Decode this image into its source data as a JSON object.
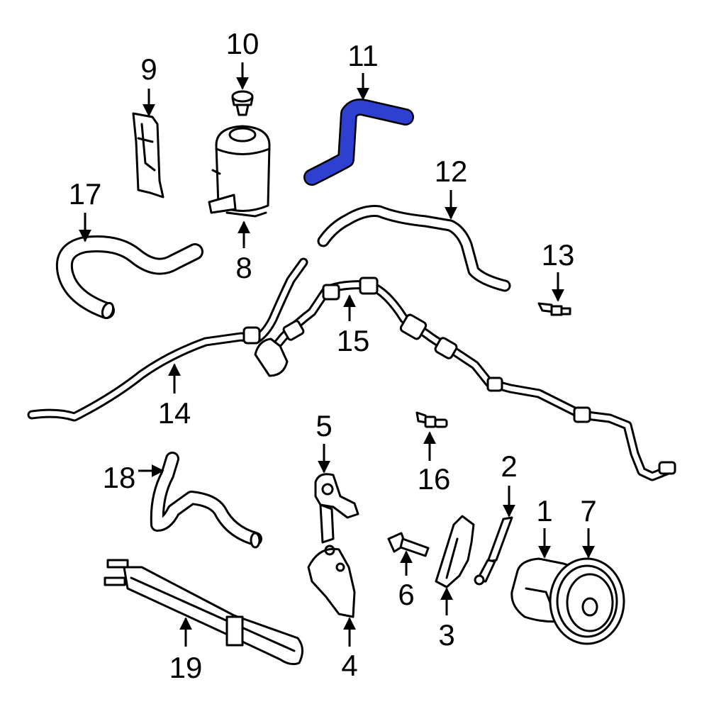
{
  "diagram": {
    "highlight_color": "#2f3fd0",
    "line_color": "#000000",
    "background": "#ffffff",
    "callouts": [
      {
        "id": "1",
        "label": "1"
      },
      {
        "id": "2",
        "label": "2"
      },
      {
        "id": "3",
        "label": "3"
      },
      {
        "id": "4",
        "label": "4"
      },
      {
        "id": "5",
        "label": "5"
      },
      {
        "id": "6",
        "label": "6"
      },
      {
        "id": "7",
        "label": "7"
      },
      {
        "id": "8",
        "label": "8"
      },
      {
        "id": "9",
        "label": "9"
      },
      {
        "id": "10",
        "label": "10"
      },
      {
        "id": "11",
        "label": "11"
      },
      {
        "id": "12",
        "label": "12"
      },
      {
        "id": "13",
        "label": "13"
      },
      {
        "id": "14",
        "label": "14"
      },
      {
        "id": "15",
        "label": "15"
      },
      {
        "id": "16",
        "label": "16"
      },
      {
        "id": "17",
        "label": "17"
      },
      {
        "id": "18",
        "label": "18"
      },
      {
        "id": "19",
        "label": "19"
      }
    ],
    "highlighted_part": "11"
  }
}
